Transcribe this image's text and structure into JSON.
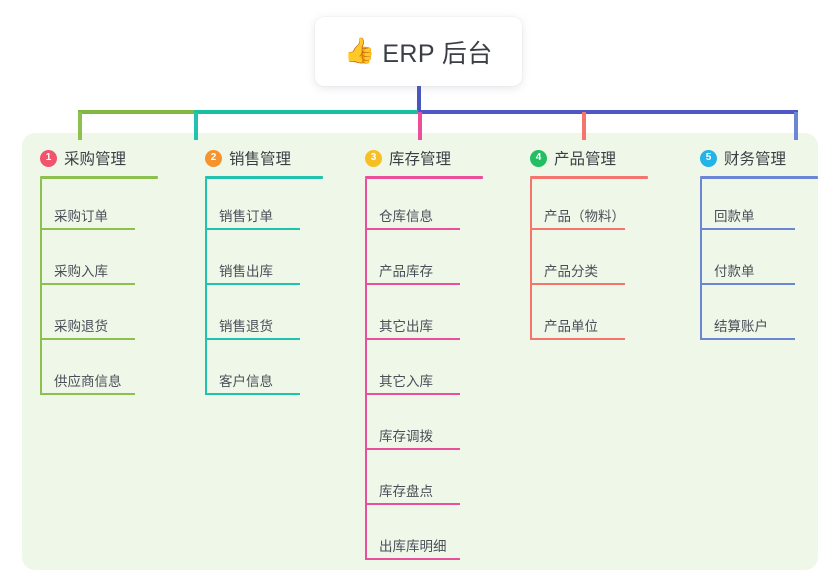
{
  "root": {
    "icon": "thumbs-up-icon",
    "emoji": "👍",
    "title": "ERP 后台"
  },
  "panel": {
    "background": "#eff7e9"
  },
  "connector": {
    "stem_color": "#4a56c0",
    "bar_segments": [
      {
        "color": "#7fb93f",
        "label": "green-segment"
      },
      {
        "color": "#18bfa0",
        "label": "teal-segment"
      },
      {
        "color": "#5055c8",
        "label": "purple-segment"
      }
    ]
  },
  "columns": [
    {
      "number": "1",
      "title": "采购管理",
      "badge_color": "#f2536d",
      "accent_color": "#8cc04f",
      "drop_color": "#8cc04f",
      "items": [
        "采购订单",
        "采购入库",
        "采购退货",
        "供应商信息"
      ]
    },
    {
      "number": "2",
      "title": "销售管理",
      "badge_color": "#f5942f",
      "accent_color": "#22c3ae",
      "drop_color": "#22c3ae",
      "items": [
        "销售订单",
        "销售出库",
        "销售退货",
        "客户信息"
      ]
    },
    {
      "number": "3",
      "title": "库存管理",
      "badge_color": "#f6bf26",
      "accent_color": "#ea4f9c",
      "drop_color": "#ea4f9c",
      "items": [
        "仓库信息",
        "产品库存",
        "其它出库",
        "其它入库",
        "库存调拨",
        "库存盘点",
        "出库库明细"
      ]
    },
    {
      "number": "4",
      "title": "产品管理",
      "badge_color": "#21bf62",
      "accent_color": "#f4756d",
      "drop_color": "#f4756d",
      "items": [
        "产品（物料）",
        "产品分类",
        "产品单位"
      ]
    },
    {
      "number": "5",
      "title": "财务管理",
      "badge_color": "#22b3e8",
      "accent_color": "#6c86d6",
      "drop_color": "#6c86d6",
      "items": [
        "回款单",
        "付款单",
        "结算账户"
      ]
    }
  ]
}
